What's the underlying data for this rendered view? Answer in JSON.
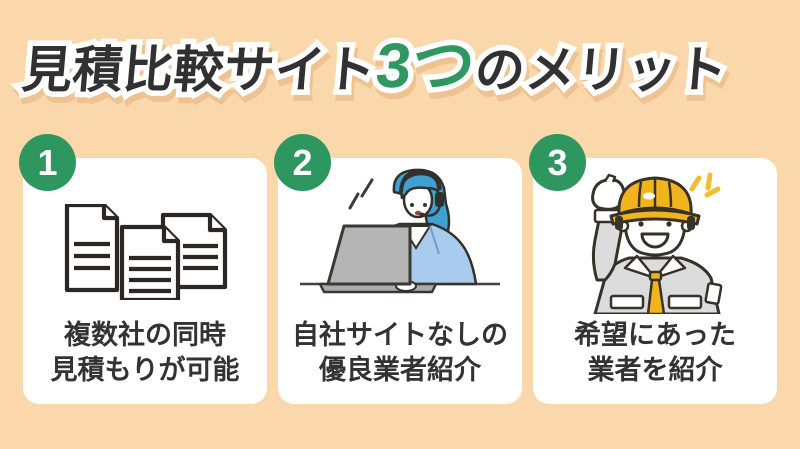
{
  "page": {
    "background_color": "#FBD8AC",
    "card_color": "#FFFFFF"
  },
  "title": {
    "part1": "見積比較サイト",
    "part2": "3つ",
    "part3": "のメリット",
    "full_text": "見積比較サイト3つのメリット",
    "text_color": "#313131",
    "accent_color": "#2F9760",
    "outline_color": "#FFFFFF"
  },
  "cards": [
    {
      "number": "1",
      "icon": "documents-icon",
      "line1": "複数社の同時",
      "line2": "見積もりが可能",
      "caption": "複数社の同時見積もりが可能"
    },
    {
      "number": "2",
      "icon": "call-operator-woman-icon",
      "line1": "自社サイトなしの",
      "line2": "優良業者紹介",
      "caption": "自社サイトなしの優良業者紹介"
    },
    {
      "number": "3",
      "icon": "construction-worker-icon",
      "line1": "希望にあった",
      "line2": "業者を紹介",
      "caption": "希望にあった業者を紹介"
    }
  ],
  "colors": {
    "badge_green": "#2E9760",
    "caption_text": "#333333",
    "illustration_outline": "#33302A",
    "hair_blue": "#41A0D2",
    "jacket_blue": "#A8CBEE",
    "laptop_gray": "#B5B5B5",
    "helmet_yellow": "#F1B41F",
    "uniform_gray": "#DCDCDC",
    "sparkle_yellow": "#F2BD31"
  }
}
